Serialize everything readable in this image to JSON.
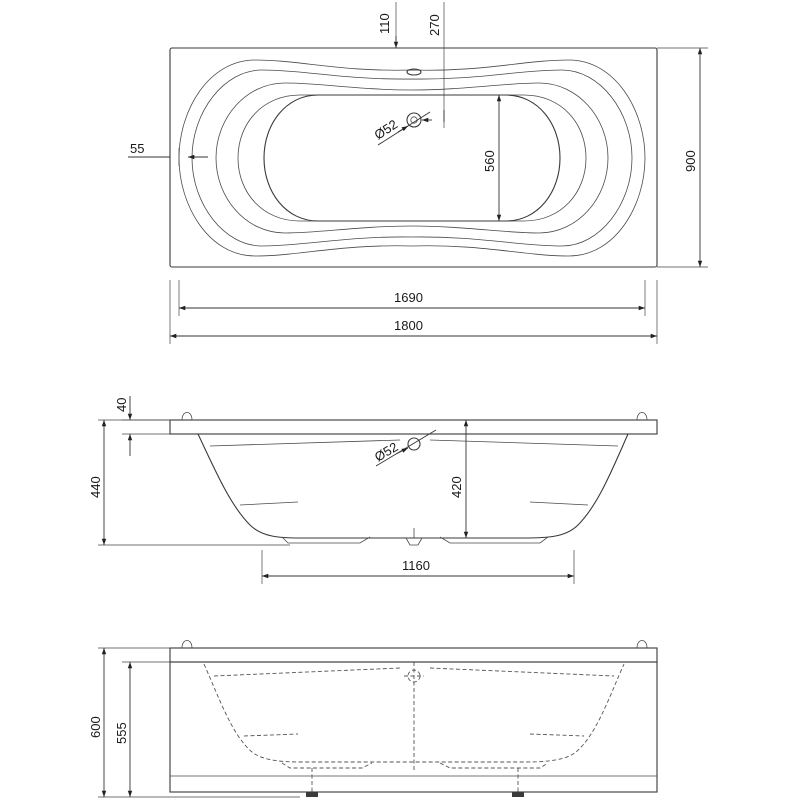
{
  "top_view": {
    "dim_110": "110",
    "dim_270": "270",
    "dim_55": "55",
    "dim_560": "560",
    "dim_900": "900",
    "dim_1690": "1690",
    "dim_1800": "1800",
    "drain_label": "Ø52"
  },
  "side_view": {
    "dim_40": "40",
    "dim_440": "440",
    "dim_420": "420",
    "dim_1160": "1160",
    "drain_label": "Ø52"
  },
  "front_view": {
    "dim_600": "600",
    "dim_555": "555"
  }
}
